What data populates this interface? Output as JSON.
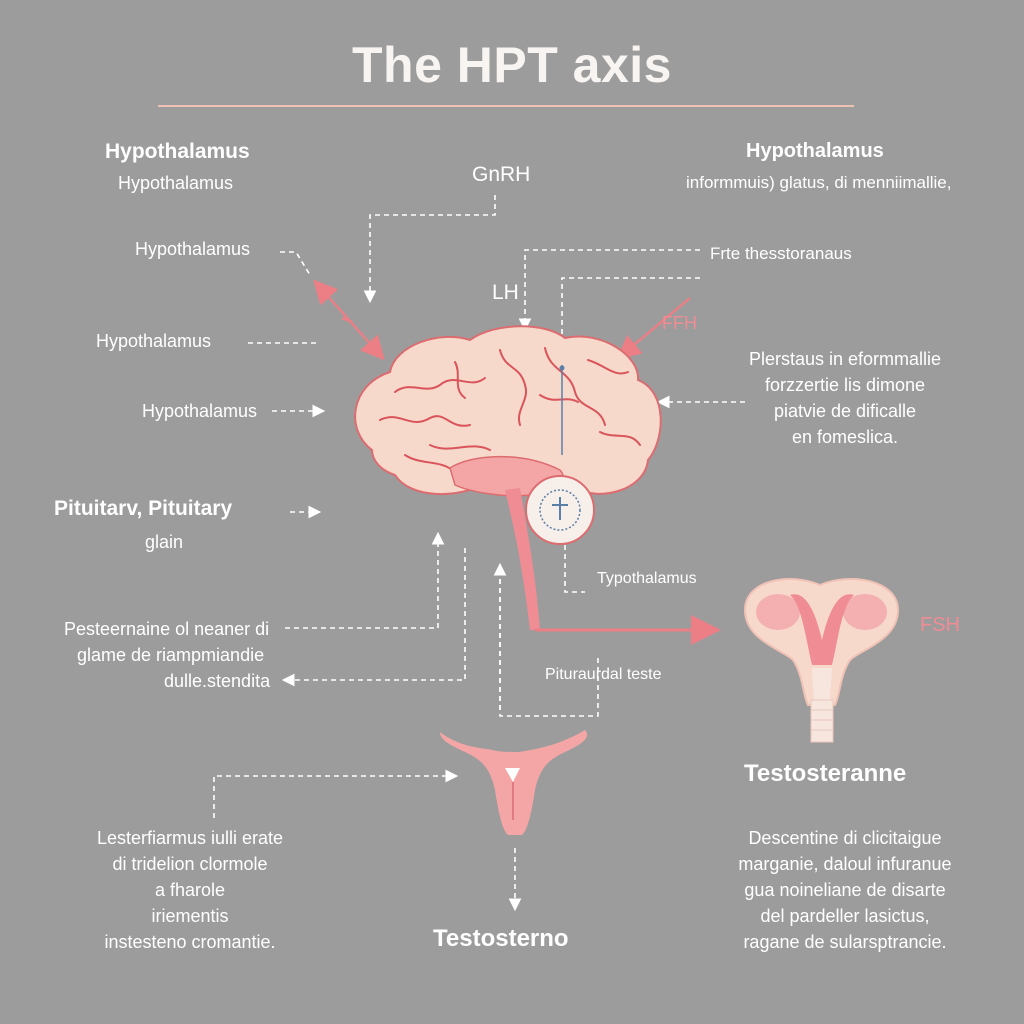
{
  "title": "The HPT axis",
  "labels": {
    "hypothalamus_head_left": "Hypothalamus",
    "hypothalamus_sub_left": "Hypothalamus",
    "gnrh": "GnRH",
    "hypothalamus_head_right": "Hypothalamus",
    "right_subtitle": "inform​muis) glatus, di menniimallie,",
    "hypothalamus_arrow_1": "Hypothalamus",
    "hypothalamus_arrow_2": "Hypothalamus",
    "hypothalamus_arrow_3": "Hypothalamus",
    "free_testosterone": "Frte thesstoranaus",
    "lh": "LH",
    "fsh_top": "FFH",
    "pituitary_line1": "Pituitarv, Pituitary",
    "pituitary_line2": "glain",
    "typothalamus": "Typothalamus",
    "fsh_right": "FSH",
    "pituitary_teste": "Pituraurdal teste",
    "testosterone_right": "Testosteranne",
    "testosterone_bottom": "Testosterno"
  },
  "paragraphs": {
    "right_mid": [
      "Plerstaus in eformmallie",
      "forzzertie lis dimone",
      "piatvie de dificalle",
      "en fomeslica."
    ],
    "left_mid": [
      "Pesteernaine ol neaner di",
      "glame de riampmiandie",
      "dulle.stendita"
    ],
    "left_bottom": [
      "Lesterfiarmus iulli erate",
      "di tridelion clormole",
      "a fharole",
      "iriementis",
      "instesteno cromantie."
    ],
    "right_bottom": [
      "Descentine di clicitaigue",
      "marganie, daloul infuranue",
      "gua noineliane de disarte",
      "del pardeller lasictus,",
      "ragane de sularsptrancie."
    ]
  },
  "colors": {
    "background": "#9c9c9c",
    "accent": "#ec7f86",
    "organ_fill": "#f7d9cc",
    "organ_vein": "#d9545b",
    "pink_light": "#f4a5a5"
  },
  "icons": {
    "brain": "brain-illustration",
    "pituitary": "pituitary-gland-illustration",
    "uterus": "uterus-illustration",
    "testes": "reproductive-organ-illustration"
  }
}
